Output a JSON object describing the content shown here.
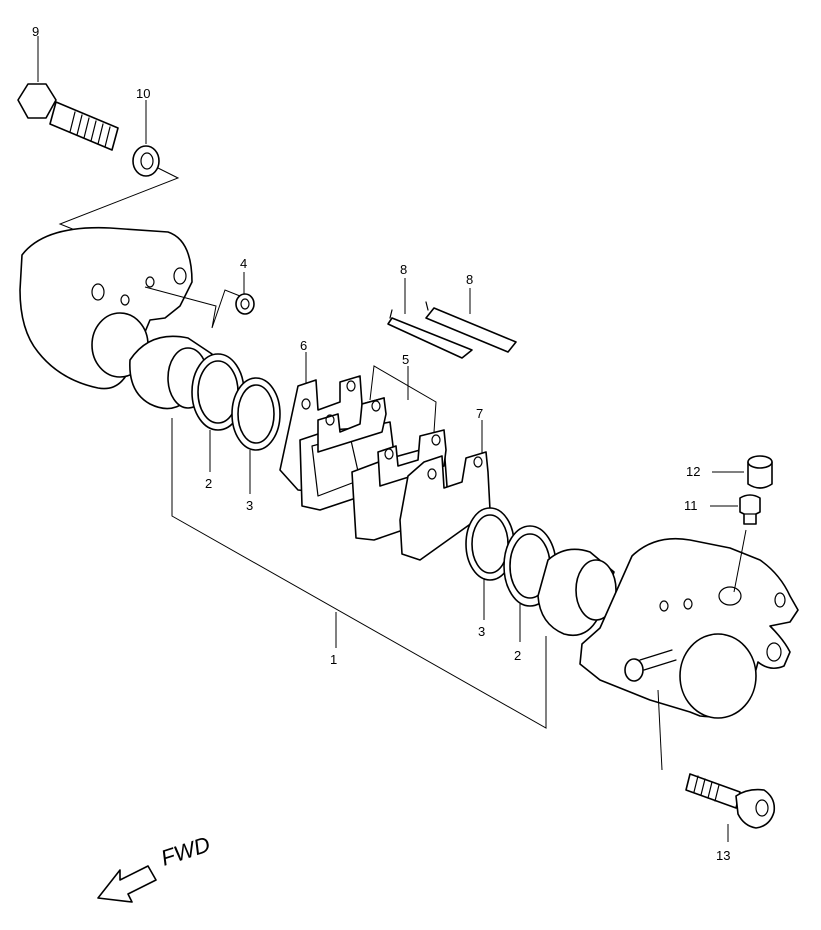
{
  "callouts": [
    {
      "id": "c9",
      "label": "9"
    },
    {
      "id": "c10",
      "label": "10"
    },
    {
      "id": "c4",
      "label": "4"
    },
    {
      "id": "c8a",
      "label": "8"
    },
    {
      "id": "c8b",
      "label": "8"
    },
    {
      "id": "c6",
      "label": "6"
    },
    {
      "id": "c5",
      "label": "5"
    },
    {
      "id": "c7",
      "label": "7"
    },
    {
      "id": "c12",
      "label": "12"
    },
    {
      "id": "c11",
      "label": "11"
    },
    {
      "id": "c2a",
      "label": "2"
    },
    {
      "id": "c3a",
      "label": "3"
    },
    {
      "id": "c1",
      "label": "1"
    },
    {
      "id": "c3b",
      "label": "3"
    },
    {
      "id": "c2b",
      "label": "2"
    },
    {
      "id": "c13",
      "label": "13"
    }
  ],
  "direction": {
    "label": "FWD",
    "icon": "arrow-forward-icon"
  },
  "colors": {
    "line": "#000000",
    "background": "#ffffff"
  }
}
